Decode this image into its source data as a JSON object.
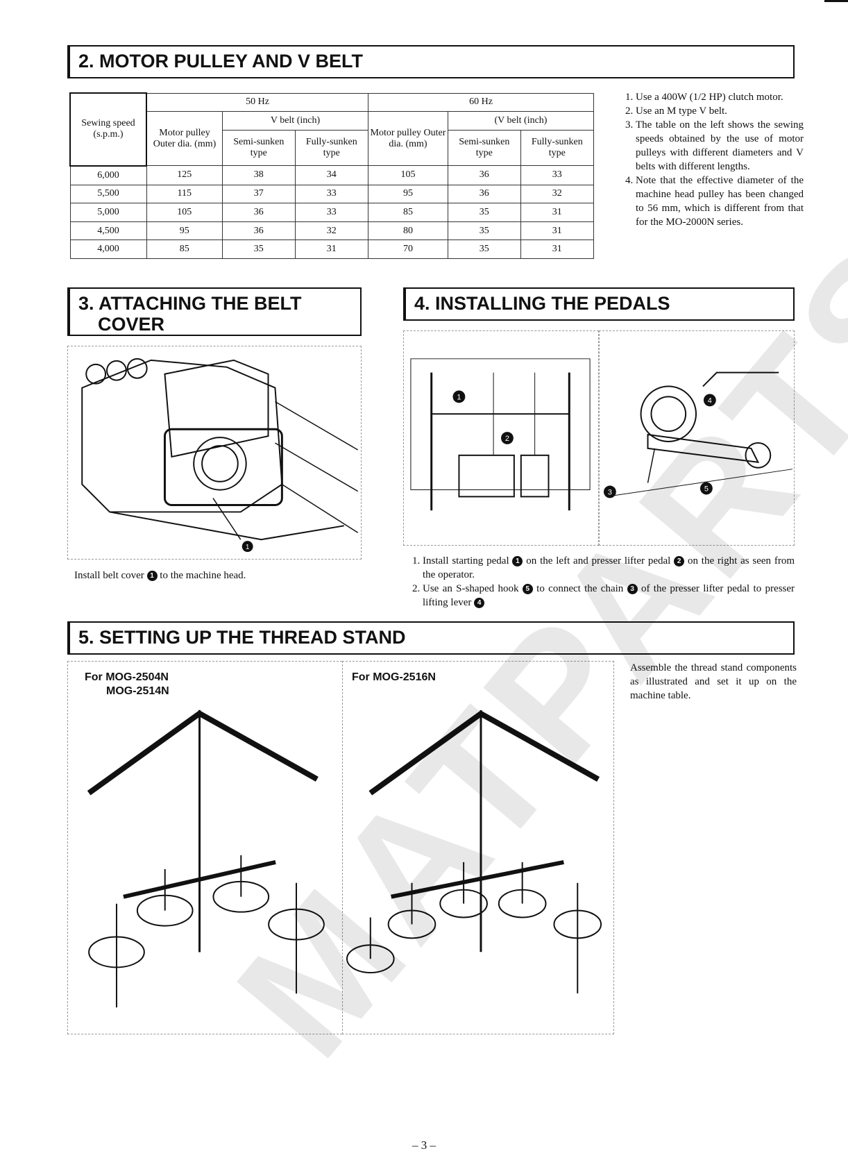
{
  "sections": {
    "s2": "2. MOTOR PULLEY AND V BELT",
    "s3_line1": "3. ATTACHING THE BELT",
    "s3_line2": "COVER",
    "s4": "4. INSTALLING THE PEDALS",
    "s5": "5. SETTING UP THE THREAD STAND"
  },
  "table": {
    "hz50": "50 Hz",
    "hz60": "60 Hz",
    "speed_header": "Sewing speed (s.p.m.)",
    "pulley_header_50": "Motor pulley Outer dia. (mm)",
    "pulley_header_60": "Motor pulley Outer dia. (mm)",
    "vbelt_50": "V belt (inch)",
    "vbelt_60": "(V belt (inch)",
    "semi_50": "Semi-sunken type",
    "fully_50": "Fully-sunken type",
    "semi_60": "Semi-sunken type",
    "fully_60": "Fully-sunken type",
    "rows": [
      [
        "6,000",
        "125",
        "38",
        "34",
        "105",
        "36",
        "33"
      ],
      [
        "5,500",
        "115",
        "37",
        "33",
        "95",
        "36",
        "32"
      ],
      [
        "5,000",
        "105",
        "36",
        "33",
        "85",
        "35",
        "31"
      ],
      [
        "4,500",
        "95",
        "36",
        "32",
        "80",
        "35",
        "31"
      ],
      [
        "4,000",
        "85",
        "35",
        "31",
        "70",
        "35",
        "31"
      ]
    ]
  },
  "notes": [
    "Use a 400W (1/2 HP) clutch motor.",
    "Use an M type V belt.",
    "The table on the left shows the sewing speeds obtained by the use of motor pulleys with different diameters and V belts with different lengths.",
    "Note that the effective diameter of the machine head pulley has been changed to 56 mm, which is different from that for the MO-2000N series."
  ],
  "belt_cover": {
    "caption_before": "Install belt cover",
    "caption_after": "to the machine head."
  },
  "pedals": {
    "step1_a": "Install starting pedal",
    "step1_b": "on the left and presser lifter pedal",
    "step1_c": "on the right as seen from the operator.",
    "step2_a": "Use an S-shaped hook",
    "step2_b": "to connect the chain",
    "step2_c": "of the presser lifter pedal to presser lifting lever"
  },
  "callouts": [
    "1",
    "2",
    "3",
    "4",
    "5"
  ],
  "thread_stand": {
    "label_left_1": "For MOG-2504N",
    "label_left_2": "MOG-2514N",
    "label_right": "For MOG-2516N",
    "text": "Assemble the thread stand components as illustrated and set it up on the machine table."
  },
  "watermark": "MATPARTS",
  "page_number": "– 3 –"
}
